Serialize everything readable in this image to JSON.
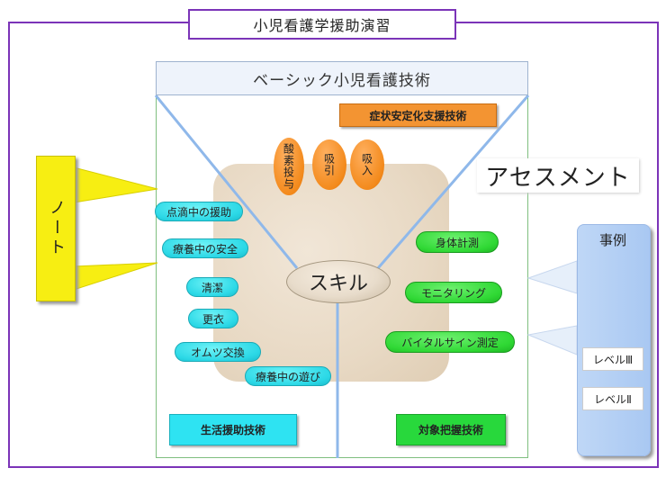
{
  "title": "小児看護学援助演習",
  "basic": {
    "header": "ベーシック小児看護技術",
    "symptom_box": "症状安定化支援技術",
    "life_box": "生活援助技術",
    "object_box": "対象把握技術",
    "assessment": "アセスメント",
    "skill": "スキル"
  },
  "orange_ovals": [
    "酸素投与",
    "吸引",
    "吸入"
  ],
  "cyan_items": [
    "点滴中の援助",
    "療養中の安全",
    "清潔",
    "更衣",
    "オムツ交換",
    "療養中の遊び"
  ],
  "green_items": [
    "身体計測",
    "モニタリング",
    "バイタルサイン測定"
  ],
  "note": "ノート",
  "case": {
    "title": "事例",
    "levels": [
      "レベルⅢ",
      "レベルⅡ"
    ]
  },
  "colors": {
    "frame": "#7b34b8",
    "orange": "#f39432",
    "cyan": "#2ee3f2",
    "green": "#28d83c",
    "yellow": "#f7ee12",
    "light_blue": "#a9c8f2",
    "blue_line": "#8fb8ea"
  }
}
